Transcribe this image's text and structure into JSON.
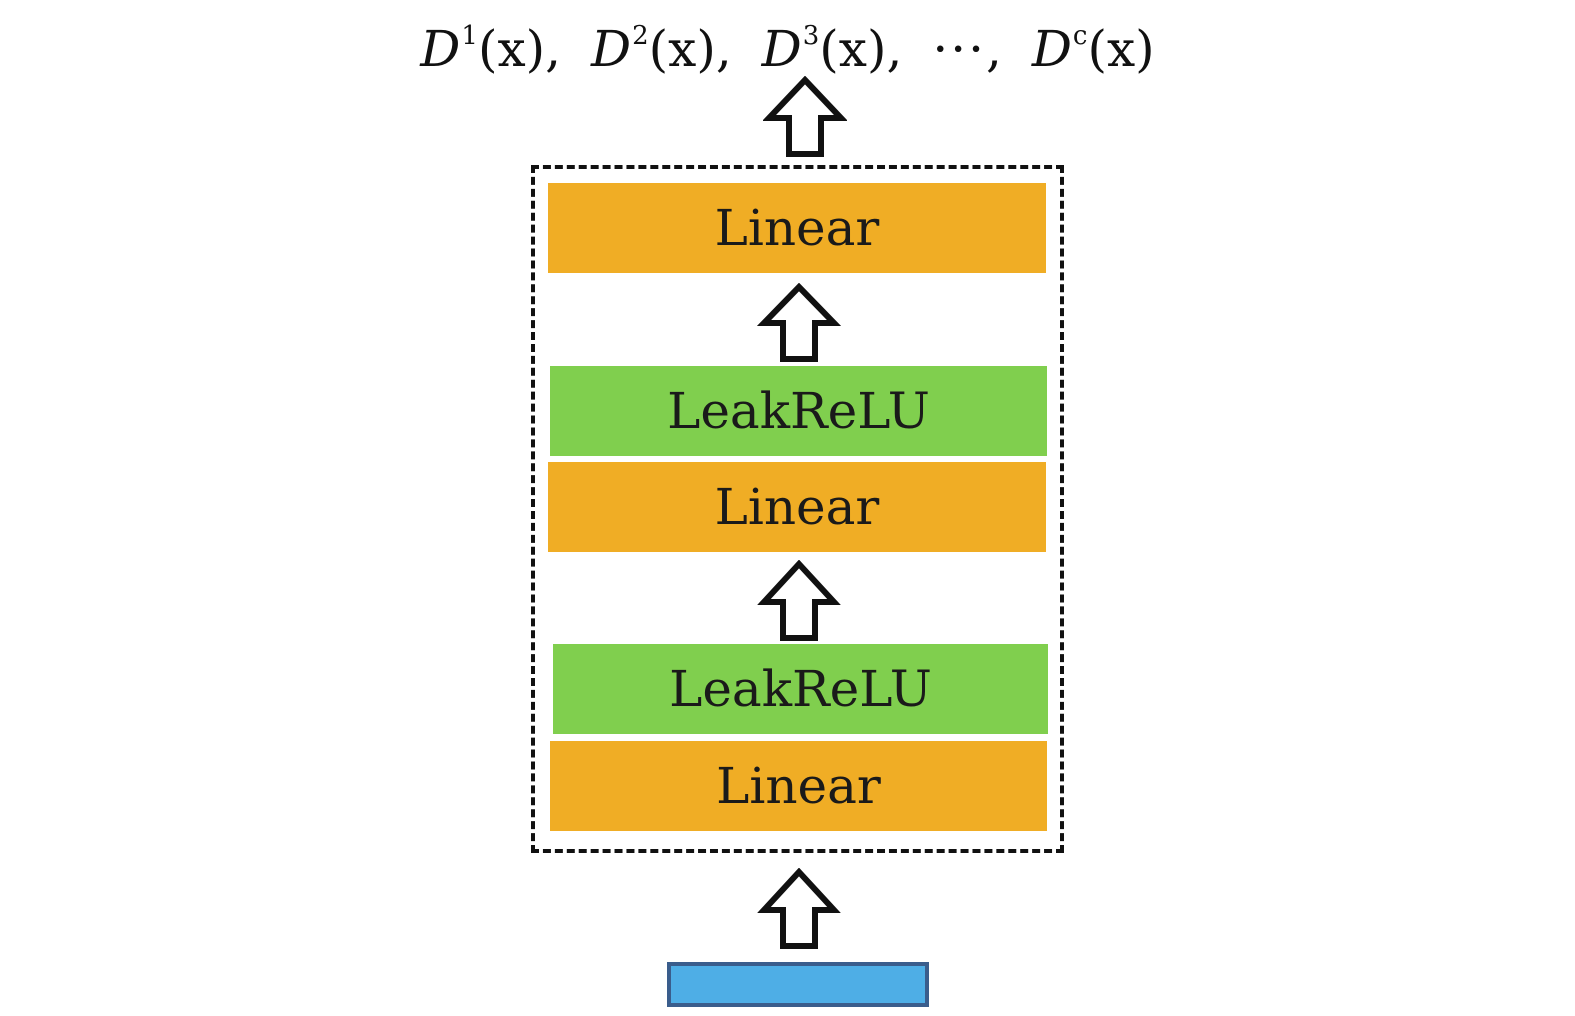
{
  "output": {
    "terms": [
      {
        "base": "D",
        "sup": "1",
        "arg": "(x)",
        "sep": ","
      },
      {
        "base": "D",
        "sup": "2",
        "arg": "(x)",
        "sep": ","
      },
      {
        "base": "D",
        "sup": "3",
        "arg": "(x)",
        "sep": ","
      },
      {
        "ellipsis": "···",
        "sep": ","
      },
      {
        "base": "D",
        "sup": "c",
        "arg": "(x)",
        "sep": ""
      }
    ]
  },
  "layers": [
    {
      "kind": "linear",
      "label": "Linear"
    },
    {
      "kind": "activation",
      "label": "LeakReLU"
    },
    {
      "kind": "linear",
      "label": "Linear"
    },
    {
      "kind": "activation",
      "label": "LeakReLU"
    },
    {
      "kind": "linear",
      "label": "Linear"
    }
  ],
  "colors": {
    "linear": "#f0ad25",
    "activation": "#80cf4e",
    "input": "#4eaee6",
    "input_border": "#3a5d8c",
    "stroke": "#111111"
  }
}
